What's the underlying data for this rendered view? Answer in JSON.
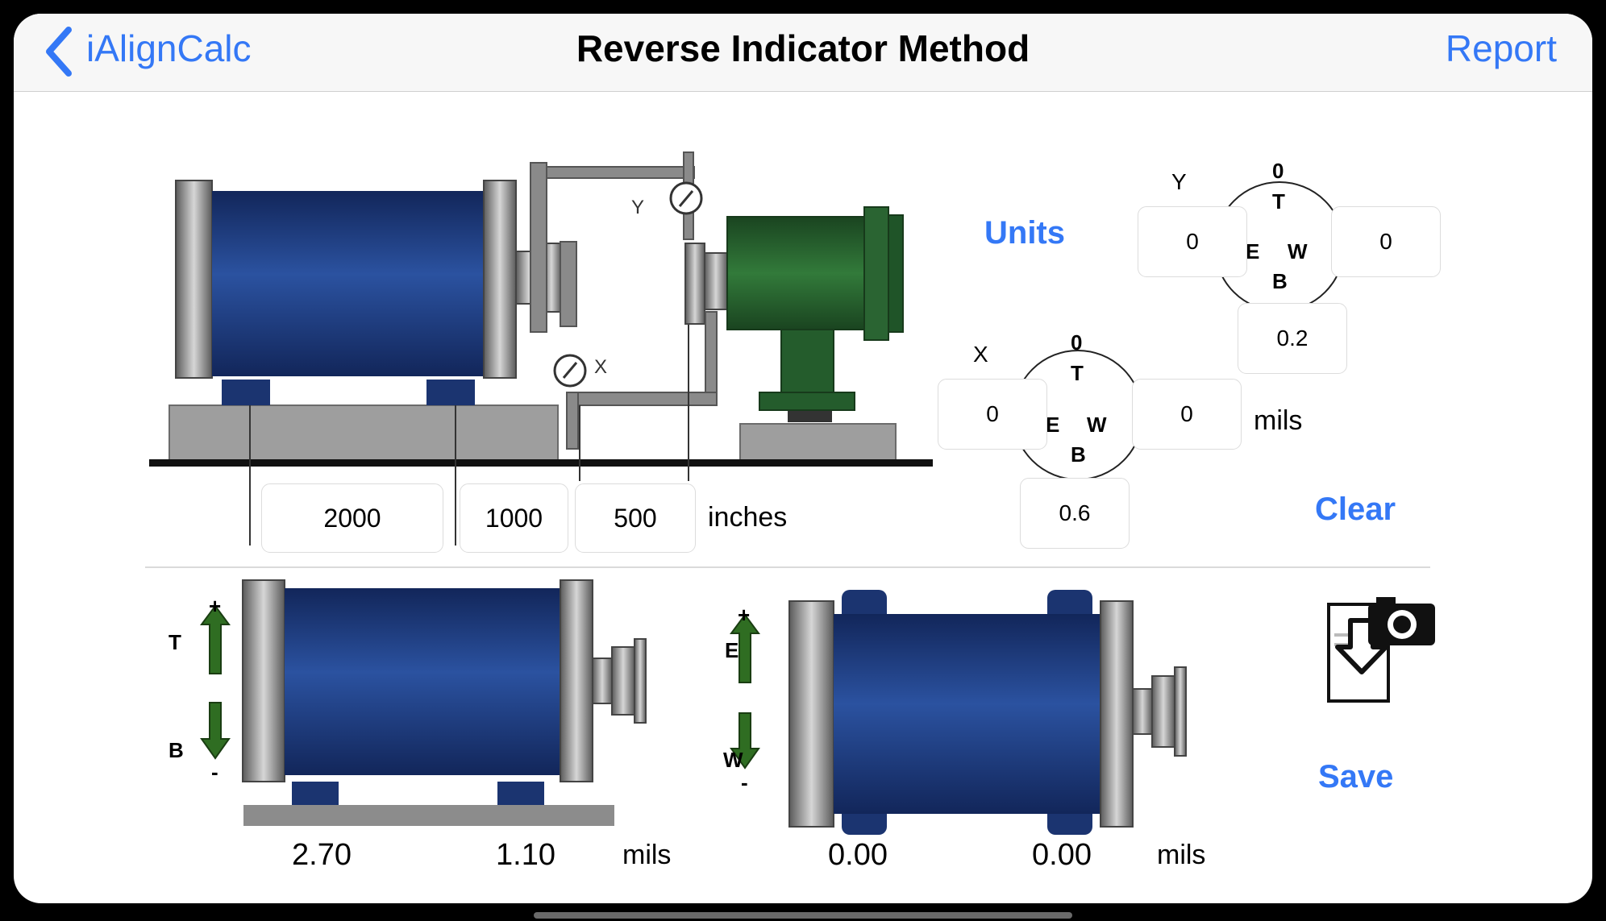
{
  "nav": {
    "back_label": "iAlignCalc",
    "title": "Reverse Indicator Method",
    "report_label": "Report"
  },
  "diagram_labels": {
    "y_indicator": "Y",
    "x_indicator": "X"
  },
  "distances": {
    "values": [
      "2000",
      "1000",
      "500"
    ],
    "unit": "inches"
  },
  "units_button": "Units",
  "clear_button": "Clear",
  "save_button": "Save",
  "dial_y": {
    "label": "Y",
    "top_mark": "0",
    "t": "T",
    "e": "E",
    "w": "W",
    "b": "B",
    "left_value": "0",
    "right_value": "0",
    "bottom_value": "0.2"
  },
  "dial_x": {
    "label": "X",
    "top_mark": "0",
    "t": "T",
    "e": "E",
    "w": "W",
    "b": "B",
    "left_value": "0",
    "right_value": "0",
    "bottom_value": "0.6"
  },
  "dial_unit": "mils",
  "vertical_result": {
    "plus": "+",
    "minus": "-",
    "top_letter": "T",
    "bottom_letter": "B",
    "front_value": "2.70",
    "back_value": "1.10",
    "unit": "mils"
  },
  "horizontal_result": {
    "plus": "+",
    "minus": "-",
    "top_letter": "E",
    "bottom_letter": "W",
    "front_value": "0.00",
    "back_value": "0.00",
    "unit": "mils"
  },
  "colors": {
    "accent": "#3478f6",
    "motor_blue": "#1f418a",
    "pump_green": "#245c2c",
    "arrow_green": "#2f6d22"
  }
}
